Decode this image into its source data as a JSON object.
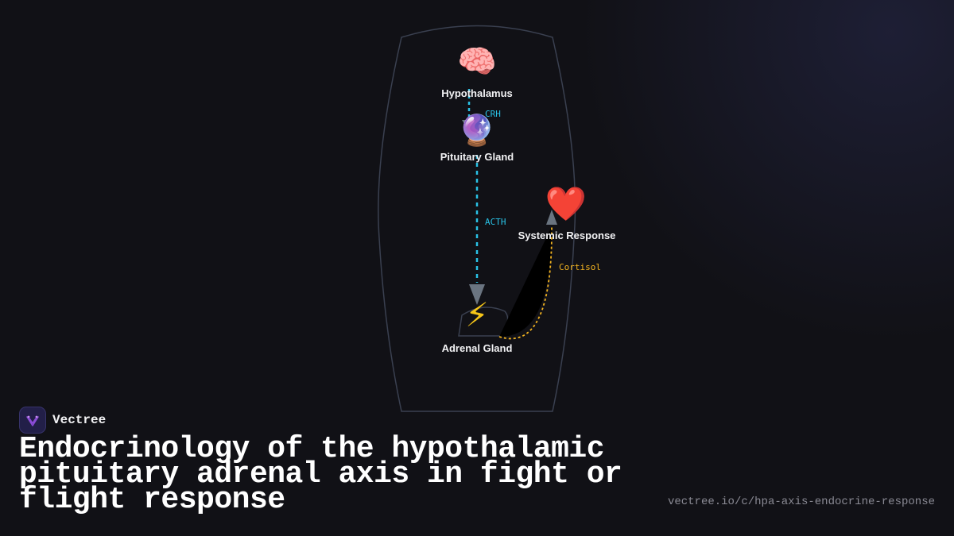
{
  "brand": {
    "name": "Vectree",
    "logo_icon": "vectree-logo-icon"
  },
  "title": "Endocrinology of the hypothalamic pituitary adrenal axis in fight or flight response",
  "source_url": "vectree.io/c/hpa-axis-endocrine-response",
  "diagram": {
    "nodes": {
      "hypothalamus": {
        "label": "Hypothalamus",
        "icon": "brain-icon",
        "glyph": "🧠"
      },
      "pituitary": {
        "label": "Pituitary Gland",
        "icon": "crystal-ball-icon",
        "glyph": "🔮"
      },
      "systemic": {
        "label": "Systemic Response",
        "icon": "heart-icon",
        "glyph": "❤️"
      },
      "adrenal": {
        "label": "Adrenal Gland",
        "icon": "lightning-icon",
        "glyph": "⚡"
      }
    },
    "edges": {
      "crh": {
        "label": "CRH",
        "from": "Hypothalamus",
        "to": "Pituitary Gland",
        "color": "#29c2e6"
      },
      "acth": {
        "label": "ACTH",
        "from": "Pituitary Gland",
        "to": "Adrenal Gland",
        "color": "#29c2e6"
      },
      "cortisol": {
        "label": "Cortisol",
        "from": "Adrenal Gland",
        "to": "Systemic Response",
        "color": "#f2b320"
      }
    }
  },
  "colors": {
    "background": "#111116",
    "outline": "#3a4050",
    "arrowhead": "#6a7480",
    "brand_accent": "#8a4bd6"
  }
}
